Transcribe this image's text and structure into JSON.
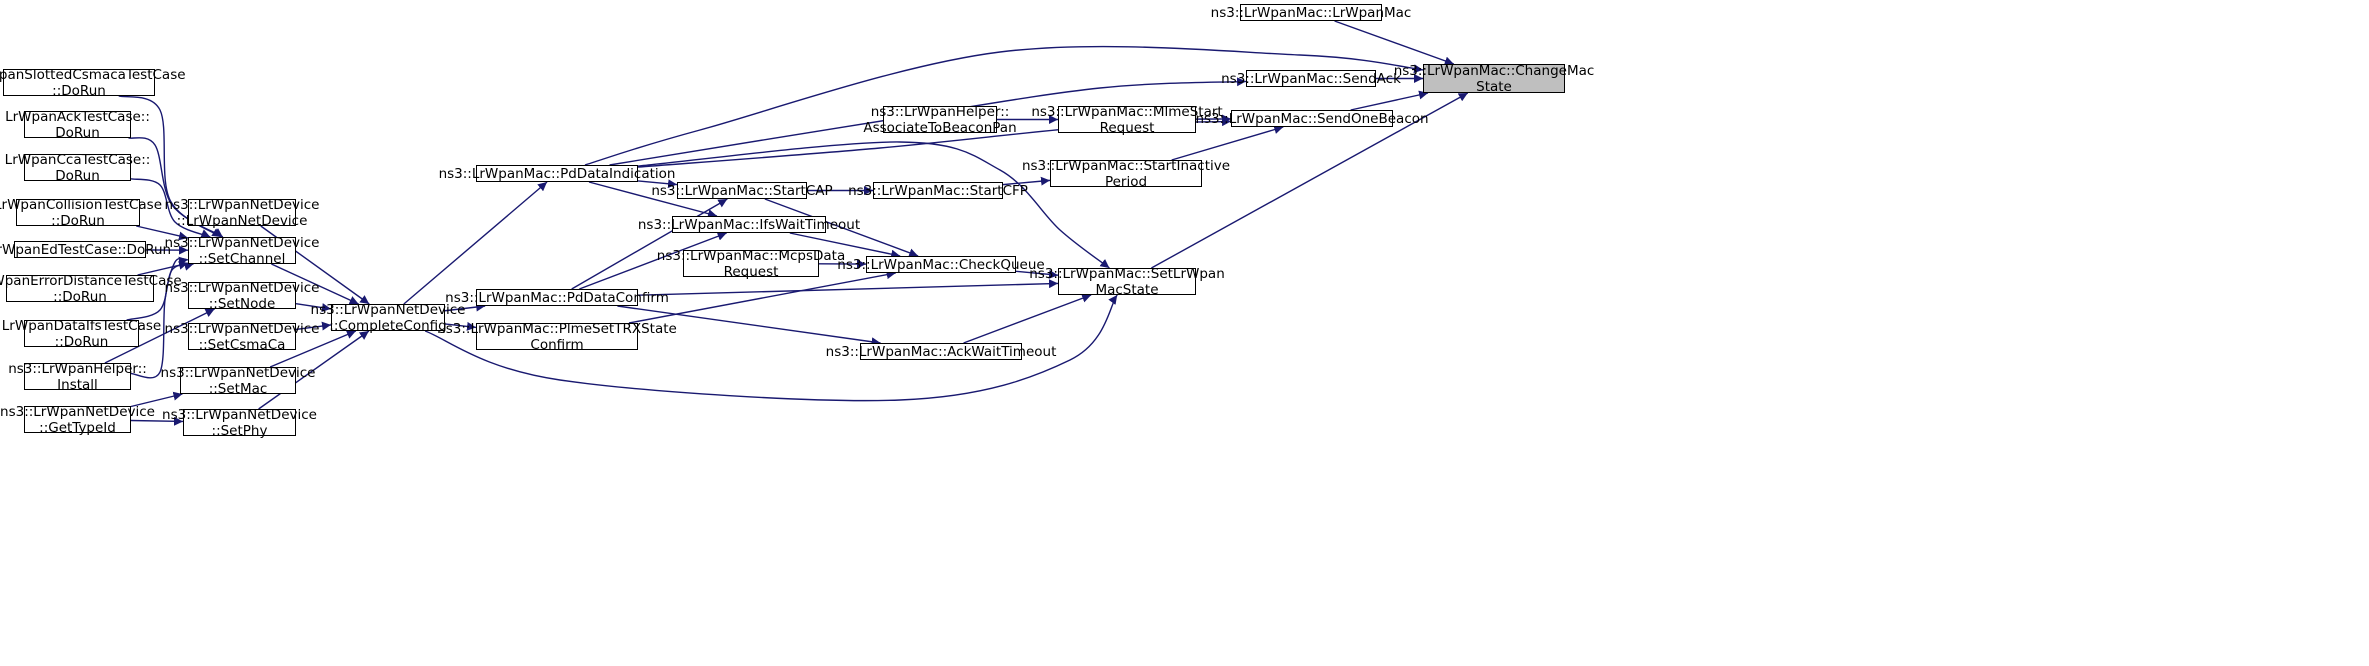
{
  "graph": {
    "edge_color": "#191970",
    "root_fill": "#bfbfbf",
    "nodes": [
      {
        "id": "root",
        "lines": [
          "ns3::LrWpanMac::ChangeMac",
          "State"
        ],
        "root": true
      },
      {
        "id": "ctor",
        "lines": [
          "ns3::LrWpanMac::LrWpanMac"
        ]
      },
      {
        "id": "sendack",
        "lines": [
          "ns3::LrWpanMac::SendAck"
        ]
      },
      {
        "id": "sendonebeacon",
        "lines": [
          "ns3::LrWpanMac::SendOneBeacon"
        ]
      },
      {
        "id": "mlmestart",
        "lines": [
          "ns3::LrWpanMac::MlmeStart",
          "Request"
        ]
      },
      {
        "id": "assoc",
        "lines": [
          "ns3::LrWpanHelper::",
          "AssociateToBeaconPan"
        ]
      },
      {
        "id": "startinactive",
        "lines": [
          "ns3::LrWpanMac::StartInactive",
          "Period"
        ]
      },
      {
        "id": "startcfp",
        "lines": [
          "ns3::LrWpanMac::StartCFP"
        ]
      },
      {
        "id": "setlrwpan",
        "lines": [
          "ns3::LrWpanMac::SetLrWpan",
          "MacState"
        ]
      },
      {
        "id": "pddataind",
        "lines": [
          "ns3::LrWpanMac::PdDataIndication"
        ]
      },
      {
        "id": "startcap",
        "lines": [
          "ns3::LrWpanMac::StartCAP"
        ]
      },
      {
        "id": "ifswait",
        "lines": [
          "ns3::LrWpanMac::IfsWaitTimeout"
        ]
      },
      {
        "id": "mcps",
        "lines": [
          "ns3::LrWpanMac::McpsData",
          "Request"
        ]
      },
      {
        "id": "checkqueue",
        "lines": [
          "ns3::LrWpanMac::CheckQueue"
        ]
      },
      {
        "id": "pddataconf",
        "lines": [
          "ns3::LrWpanMac::PdDataConfirm"
        ]
      },
      {
        "id": "plme",
        "lines": [
          "ns3::LrWpanMac::PlmeSetTRXState",
          "Confirm"
        ]
      },
      {
        "id": "ackwait",
        "lines": [
          "ns3::LrWpanMac::AckWaitTimeout"
        ]
      },
      {
        "id": "completeconfig",
        "lines": [
          "ns3::LrWpanNetDevice",
          "::CompleteConfig"
        ]
      },
      {
        "id": "netdevctor",
        "lines": [
          "ns3::LrWpanNetDevice",
          "::LrWpanNetDevice"
        ]
      },
      {
        "id": "setchannel",
        "lines": [
          "ns3::LrWpanNetDevice",
          "::SetChannel"
        ]
      },
      {
        "id": "setnode",
        "lines": [
          "ns3::LrWpanNetDevice",
          "::SetNode"
        ]
      },
      {
        "id": "setcsmaca",
        "lines": [
          "ns3::LrWpanNetDevice",
          "::SetCsmaCa"
        ]
      },
      {
        "id": "setmac",
        "lines": [
          "ns3::LrWpanNetDevice",
          "::SetMac"
        ]
      },
      {
        "id": "setphy",
        "lines": [
          "ns3::LrWpanNetDevice",
          "::SetPhy"
        ]
      },
      {
        "id": "slotted",
        "lines": [
          "LrWpanSlottedCsmacaTestCase",
          "::DoRun"
        ]
      },
      {
        "id": "acktest",
        "lines": [
          "LrWpanAckTestCase::",
          "DoRun"
        ]
      },
      {
        "id": "ccatest",
        "lines": [
          "LrWpanCcaTestCase::",
          "DoRun"
        ]
      },
      {
        "id": "collision",
        "lines": [
          "LrWpanCollisionTestCase",
          "::DoRun"
        ]
      },
      {
        "id": "edtest",
        "lines": [
          "LrWpanEdTestCase::DoRun"
        ]
      },
      {
        "id": "errordist",
        "lines": [
          "LrWpanErrorDistanceTestCase",
          "::DoRun"
        ]
      },
      {
        "id": "dataifs",
        "lines": [
          "LrWpanDataIfsTestCase",
          "::DoRun"
        ]
      },
      {
        "id": "helperinstall",
        "lines": [
          "ns3::LrWpanHelper::",
          "Install"
        ]
      },
      {
        "id": "gettypeid",
        "lines": [
          "ns3::LrWpanNetDevice",
          "::GetTypeId"
        ]
      }
    ],
    "edges": [
      [
        "ctor",
        "root"
      ],
      [
        "sendack",
        "root"
      ],
      [
        "sendonebeacon",
        "root"
      ],
      [
        "setlrwpan",
        "root"
      ],
      [
        "pddataind",
        "root"
      ],
      [
        "pddataind",
        "sendack"
      ],
      [
        "mlmestart",
        "sendonebeacon"
      ],
      [
        "startinactive",
        "sendonebeacon"
      ],
      [
        "pddataind",
        "sendonebeacon"
      ],
      [
        "assoc",
        "mlmestart"
      ],
      [
        "startcfp",
        "startinactive"
      ],
      [
        "startcap",
        "startcfp"
      ],
      [
        "pddataind",
        "startcap"
      ],
      [
        "pddataconf",
        "startcap"
      ],
      [
        "pddataind",
        "ifswait"
      ],
      [
        "pddataconf",
        "ifswait"
      ],
      [
        "startcap",
        "checkqueue"
      ],
      [
        "ifswait",
        "checkqueue"
      ],
      [
        "mcps",
        "checkqueue"
      ],
      [
        "plme",
        "checkqueue"
      ],
      [
        "pddataind",
        "setlrwpan"
      ],
      [
        "checkqueue",
        "setlrwpan"
      ],
      [
        "pddataconf",
        "setlrwpan"
      ],
      [
        "ackwait",
        "setlrwpan"
      ],
      [
        "completeconfig",
        "setlrwpan"
      ],
      [
        "pddataconf",
        "ackwait"
      ],
      [
        "completeconfig",
        "pddataind"
      ],
      [
        "completeconfig",
        "pddataconf"
      ],
      [
        "completeconfig",
        "plme"
      ],
      [
        "netdevctor",
        "completeconfig"
      ],
      [
        "setchannel",
        "completeconfig"
      ],
      [
        "setnode",
        "completeconfig"
      ],
      [
        "setcsmaca",
        "completeconfig"
      ],
      [
        "setmac",
        "completeconfig"
      ],
      [
        "setphy",
        "completeconfig"
      ],
      [
        "slotted",
        "setchannel"
      ],
      [
        "acktest",
        "setchannel"
      ],
      [
        "ccatest",
        "setchannel"
      ],
      [
        "collision",
        "setchannel"
      ],
      [
        "edtest",
        "setchannel"
      ],
      [
        "errordist",
        "setchannel"
      ],
      [
        "dataifs",
        "setchannel"
      ],
      [
        "helperinstall",
        "setchannel"
      ],
      [
        "helperinstall",
        "setnode"
      ],
      [
        "gettypeid",
        "setmac"
      ],
      [
        "gettypeid",
        "setphy"
      ]
    ]
  }
}
